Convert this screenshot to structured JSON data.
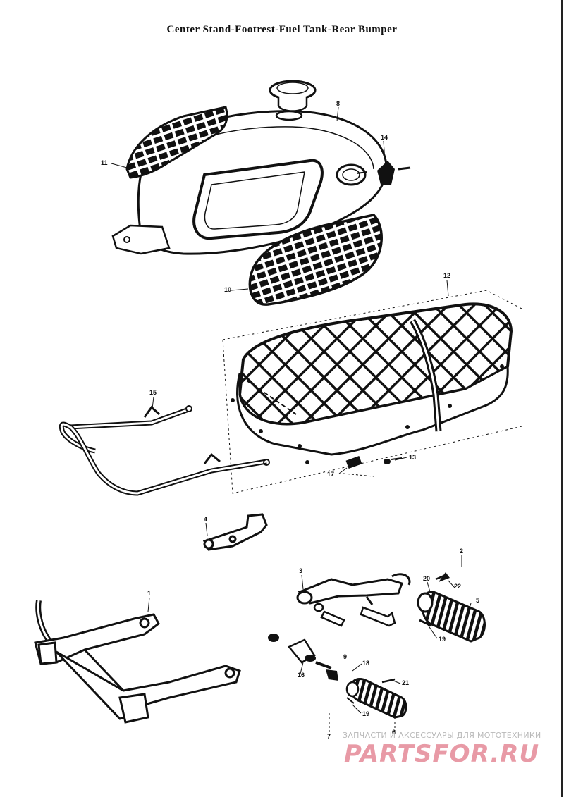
{
  "title": "Center Stand-Footrest-Fuel Tank-Rear Bumper",
  "callouts": {
    "p1": "1",
    "p2": "2",
    "p3": "3",
    "p4": "4",
    "p5": "5",
    "p8": "8",
    "p10": "10",
    "p11": "11",
    "p12": "12",
    "p13": "13",
    "p14": "14",
    "p15": "15",
    "p16": "16",
    "p17": "17",
    "p18": "18",
    "p19": "19",
    "p19b": "19",
    "p20": "20",
    "p21": "21",
    "p22": "22",
    "p9": "9",
    "p6": "6",
    "p7": "7"
  },
  "watermark": {
    "line1": "ЗАПЧАСТИ И АКСЕССУАРЫ ДЛЯ МОТОТЕХНИКИ",
    "logo": "PARTSFOR.RU",
    "color": "#e89aa6"
  }
}
